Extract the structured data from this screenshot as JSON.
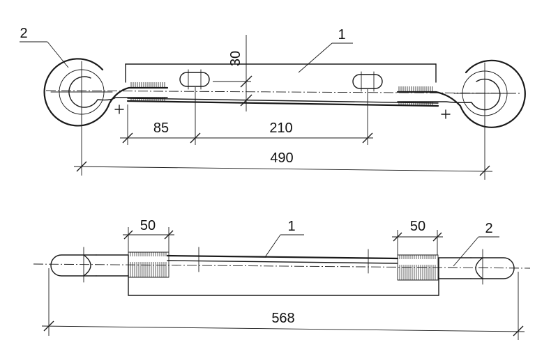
{
  "top_view": {
    "dims": {
      "thickness": "30",
      "offset": "85",
      "hole_spacing": "210",
      "overall": "490"
    },
    "labels": {
      "part_plate": "1",
      "part_hook": "2"
    }
  },
  "bottom_view": {
    "dims": {
      "weld_left": "50",
      "weld_right": "50",
      "overall": "568"
    },
    "labels": {
      "part_plate": "1",
      "part_hook": "2"
    }
  }
}
